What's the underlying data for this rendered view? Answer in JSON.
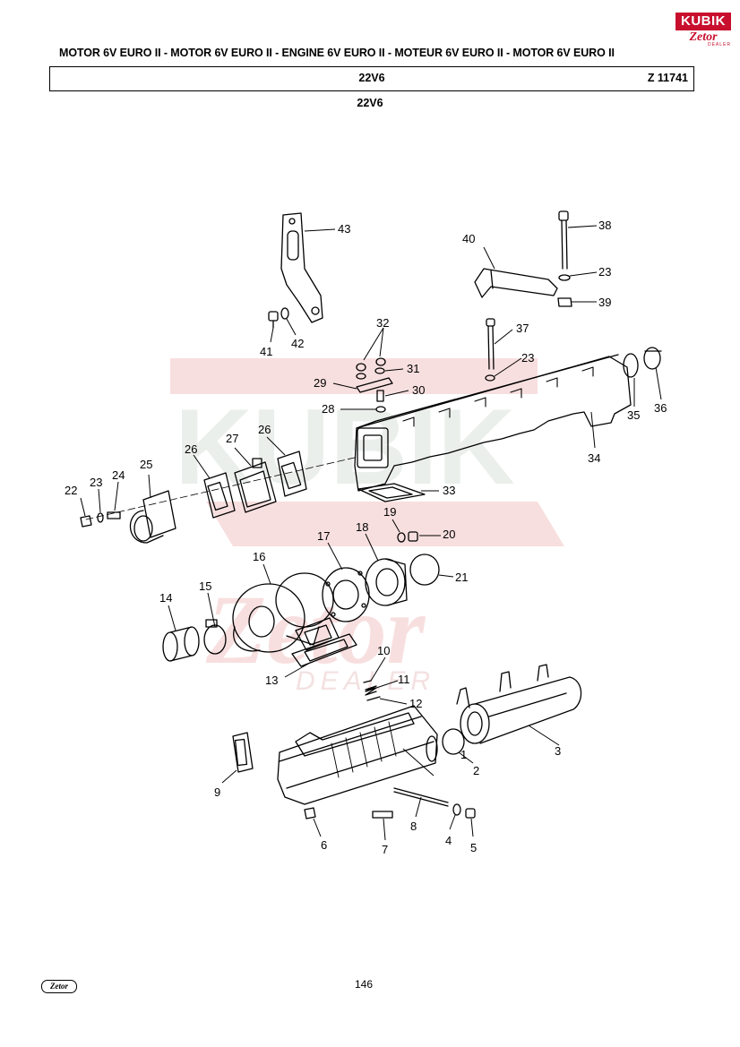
{
  "brand": {
    "top": "KUBIK",
    "bottom": "Zetor",
    "sub": "DEALER"
  },
  "header": {
    "title": "MOTOR 6V EURO II - MOTOR 6V EURO II - ENGINE 6V EURO II - MOTEUR 6V EURO II - MOTOR 6V EURO II",
    "code": "22V6",
    "reference": "Z 11741"
  },
  "subheading": "22V6",
  "watermark": {
    "text": "KUBIK",
    "script": "Zetor",
    "dealer": "DEALER"
  },
  "callouts": [
    "1",
    "2",
    "3",
    "4",
    "5",
    "6",
    "7",
    "8",
    "9",
    "10",
    "11",
    "12",
    "13",
    "14",
    "15",
    "16",
    "17",
    "18",
    "19",
    "20",
    "21",
    "22",
    "23",
    "24",
    "25",
    "26",
    "27",
    "28",
    "29",
    "30",
    "31",
    "32",
    "33",
    "34",
    "35",
    "36",
    "37",
    "38",
    "39",
    "40",
    "41",
    "42",
    "43"
  ],
  "footer": {
    "logo": "Zetor",
    "page": "146"
  },
  "colors": {
    "brand": "#c8102e",
    "watermark": "#f6d6d6"
  }
}
